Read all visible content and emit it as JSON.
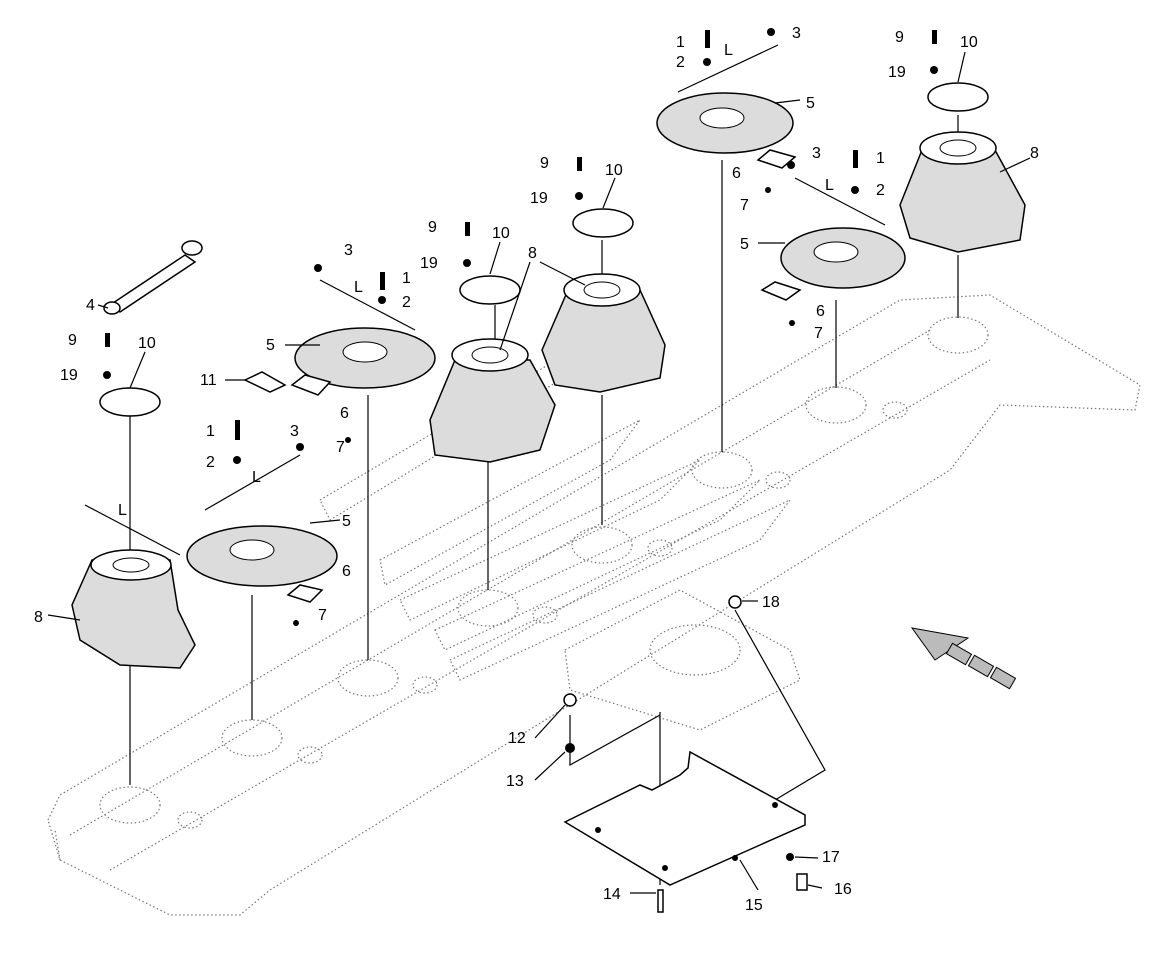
{
  "diagram": {
    "callouts": {
      "n1": "1",
      "n2": "2",
      "n3": "3",
      "n4": "4",
      "n5": "5",
      "n6": "6",
      "n7": "7",
      "n8": "8",
      "n9": "9",
      "n10": "10",
      "n11": "11",
      "n12": "12",
      "n13": "13",
      "n14": "14",
      "n15": "15",
      "n16": "16",
      "n17": "17",
      "n18": "18",
      "n19": "19",
      "L": "L"
    }
  }
}
